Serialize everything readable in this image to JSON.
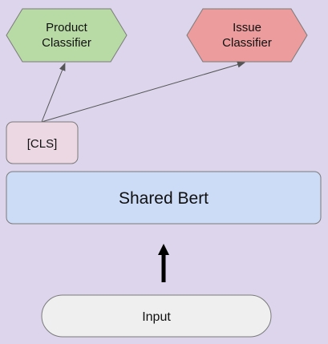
{
  "diagram": {
    "nodes": {
      "product_classifier": {
        "line1": "Product",
        "line2": "Classifier",
        "fill": "#b8dba5",
        "stroke": "#7a7a7a"
      },
      "issue_classifier": {
        "line1": "Issue",
        "line2": "Classifier",
        "fill": "#ec9c9c",
        "stroke": "#7a7a7a"
      },
      "cls_token": {
        "label": "[CLS]",
        "fill": "#ecd8e3",
        "stroke": "#7a7a7a"
      },
      "shared_bert": {
        "label": "Shared Bert",
        "fill": "#ccdcf7",
        "stroke": "#7a7a7a"
      },
      "input": {
        "label": "Input",
        "fill": "#efefef",
        "stroke": "#7a7a7a"
      }
    },
    "colors": {
      "background": "#dcd5eb",
      "edge": "#555555",
      "thick_arrow": "#000000"
    }
  }
}
